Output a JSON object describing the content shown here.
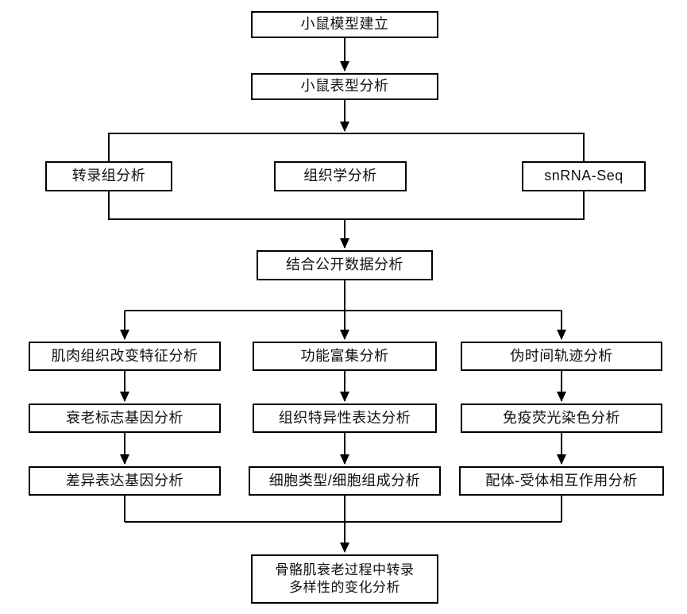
{
  "diagram": {
    "type": "flowchart",
    "colors": {
      "line": "#000000",
      "box_border": "#000000",
      "box_bg": "#ffffff",
      "text": "#111111",
      "background": "#ffffff"
    },
    "nodes": {
      "mouse_model": "小鼠模型建立",
      "mouse_phenotype": "小鼠表型分析",
      "transcriptome": "转录组分析",
      "histology": "组织学分析",
      "snrna_seq": "snRNA-Seq",
      "public_data": "结合公开数据分析",
      "muscle_change": "肌肉组织改变特征分析",
      "aging_marker": "衰老标志基因分析",
      "deg": "差异表达基因分析",
      "func_enrich": "功能富集分析",
      "tissue_specific": "组织特异性表达分析",
      "cell_type": "细胞类型/细胞组成分析",
      "pseudotime": "伪时间轨迹分析",
      "immunofluorescence": "免疫荧光染色分析",
      "ligand_receptor": "配体-受体相互作用分析",
      "final_line1": "骨骼肌衰老过程中转录",
      "final_line2": "多样性的变化分析"
    },
    "edges": [
      {
        "from": "mouse_model",
        "to": "mouse_phenotype"
      },
      {
        "from": "mouse_phenotype",
        "to": "transcriptome"
      },
      {
        "from": "mouse_phenotype",
        "to": "histology"
      },
      {
        "from": "mouse_phenotype",
        "to": "snrna_seq"
      },
      {
        "from": "transcriptome",
        "to": "public_data"
      },
      {
        "from": "histology",
        "to": "public_data"
      },
      {
        "from": "snrna_seq",
        "to": "public_data"
      },
      {
        "from": "public_data",
        "to": "muscle_change"
      },
      {
        "from": "public_data",
        "to": "func_enrich"
      },
      {
        "from": "public_data",
        "to": "pseudotime"
      },
      {
        "from": "muscle_change",
        "to": "aging_marker"
      },
      {
        "from": "aging_marker",
        "to": "deg"
      },
      {
        "from": "func_enrich",
        "to": "tissue_specific"
      },
      {
        "from": "tissue_specific",
        "to": "cell_type"
      },
      {
        "from": "pseudotime",
        "to": "immunofluorescence"
      },
      {
        "from": "immunofluorescence",
        "to": "ligand_receptor"
      },
      {
        "from": "deg",
        "to": "final"
      },
      {
        "from": "cell_type",
        "to": "final"
      },
      {
        "from": "ligand_receptor",
        "to": "final"
      }
    ]
  }
}
